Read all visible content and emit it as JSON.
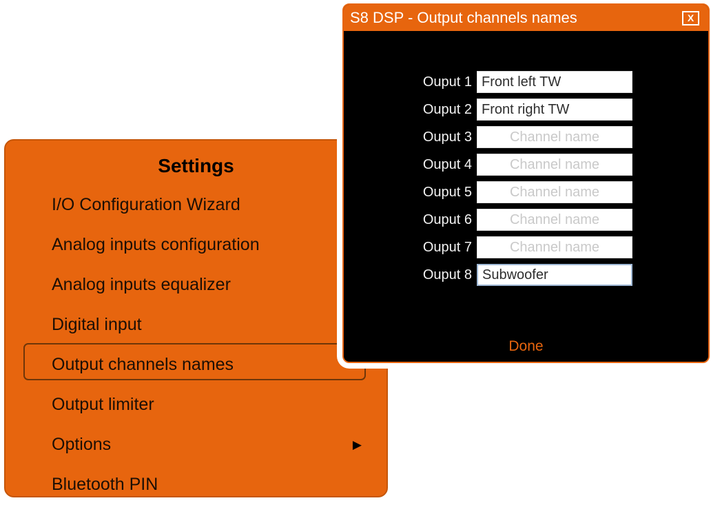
{
  "menu": {
    "title": "Settings",
    "submenu_arrow": "▶",
    "items": [
      {
        "label": "I/O Configuration Wizard",
        "selected": false
      },
      {
        "label": "Analog inputs configuration",
        "selected": false
      },
      {
        "label": "Analog inputs equalizer",
        "selected": false
      },
      {
        "label": "Digital input",
        "selected": false
      },
      {
        "label": "Output channels names",
        "selected": true
      },
      {
        "label": "Output limiter",
        "selected": false
      },
      {
        "label": "Options",
        "selected": false,
        "has_submenu": true
      },
      {
        "label": "Bluetooth PIN",
        "selected": false
      }
    ]
  },
  "dialog": {
    "title": "S8 DSP - Output channels names",
    "close_label": "X",
    "done_label": "Done",
    "rows": [
      {
        "label": "Ouput 1",
        "value": "Front left TW",
        "placeholder": "Channel name"
      },
      {
        "label": "Ouput 2",
        "value": "Front right TW",
        "placeholder": "Channel name"
      },
      {
        "label": "Ouput 3",
        "value": "",
        "placeholder": "Channel name"
      },
      {
        "label": "Ouput 4",
        "value": "",
        "placeholder": "Channel name"
      },
      {
        "label": "Ouput 5",
        "value": "",
        "placeholder": "Channel name"
      },
      {
        "label": "Ouput 6",
        "value": "",
        "placeholder": "Channel name"
      },
      {
        "label": "Ouput 7",
        "value": "",
        "placeholder": "Channel name"
      },
      {
        "label": "Ouput 8",
        "value": "Subwoofer",
        "placeholder": "Channel name",
        "state": "focused"
      }
    ]
  },
  "colors": {
    "accent_orange": "#E7650E",
    "menu_border": "#C5560A",
    "selected_outline": "#6E3609",
    "dialog_bg": "#000000",
    "focus_border_blue": "#9FB8D5",
    "placeholder_gray": "#C9C9C9"
  }
}
